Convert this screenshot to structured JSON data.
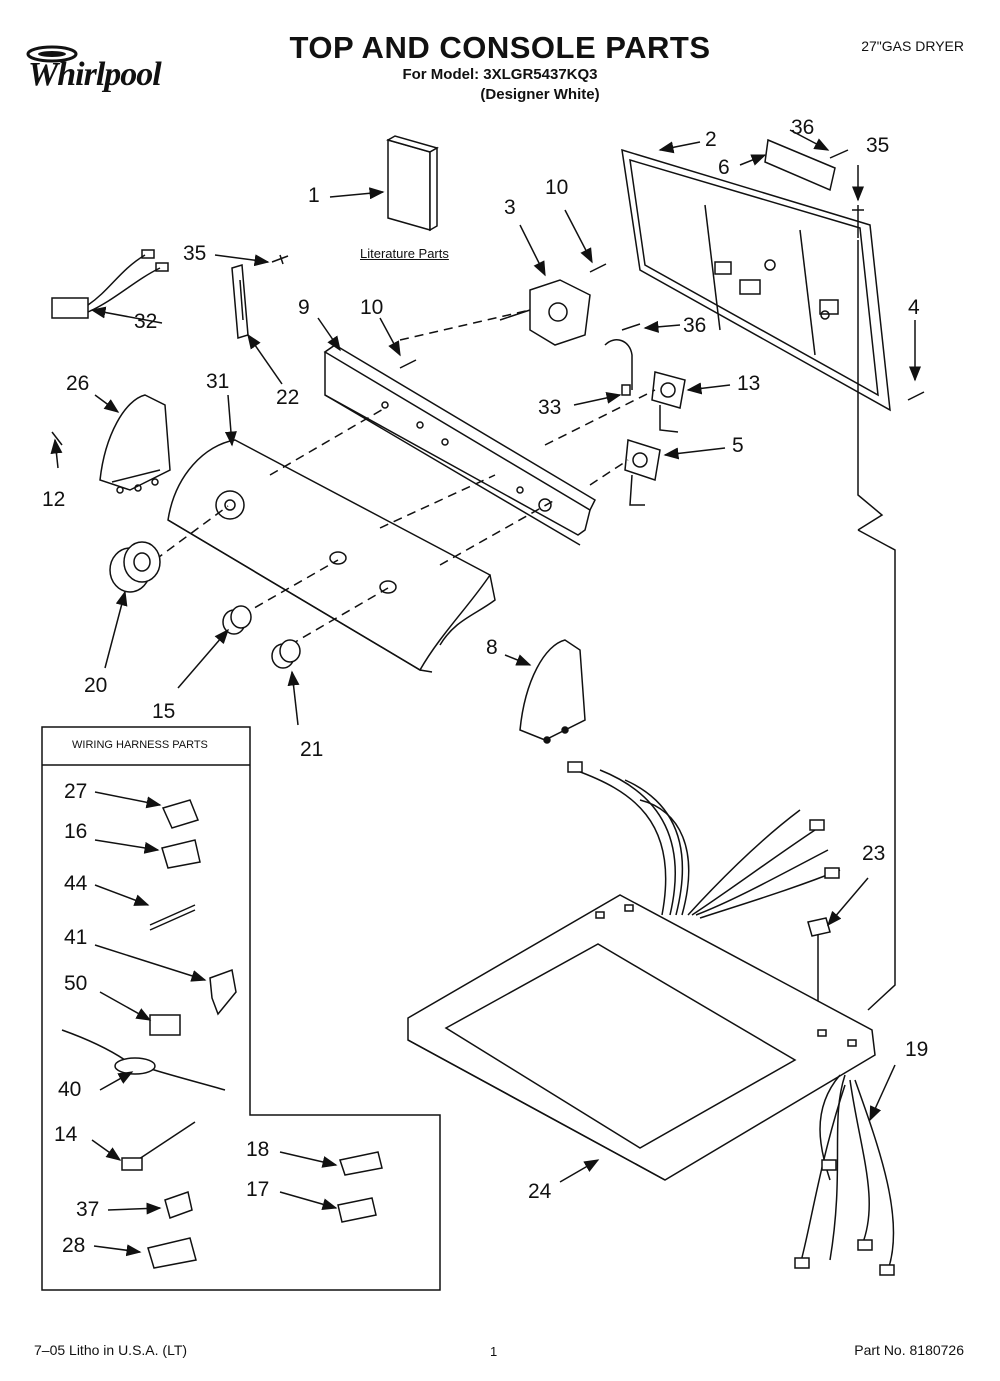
{
  "header": {
    "brand": "Whirlpool",
    "title": "TOP AND CONSOLE PARTS",
    "model_line": "For Model: 3XLGR5437KQ3",
    "color_line": "(Designer White)",
    "product": "27\"GAS DRYER"
  },
  "diagram": {
    "literature_label": "Literature Parts",
    "wiring_box_title": "WIRING HARNESS PARTS",
    "callouts": {
      "c1": "1",
      "c2": "2",
      "c3": "3",
      "c4": "4",
      "c5": "5",
      "c6": "6",
      "c8": "8",
      "c9": "9",
      "c10a": "10",
      "c10b": "10",
      "c12": "12",
      "c13": "13",
      "c14": "14",
      "c15": "15",
      "c16": "16",
      "c17": "17",
      "c18": "18",
      "c19": "19",
      "c20": "20",
      "c21": "21",
      "c22": "22",
      "c23": "23",
      "c24": "24",
      "c26": "26",
      "c27": "27",
      "c28": "28",
      "c31": "31",
      "c32": "32",
      "c33": "33",
      "c35a": "35",
      "c35b": "35",
      "c36a": "36",
      "c36b": "36",
      "c37": "37",
      "c40": "40",
      "c41": "41",
      "c44": "44",
      "c50": "50"
    }
  },
  "footer": {
    "litho": "7–05 Litho in U.S.A. (LT)",
    "page": "1",
    "part_no": "Part No. 8180726"
  }
}
